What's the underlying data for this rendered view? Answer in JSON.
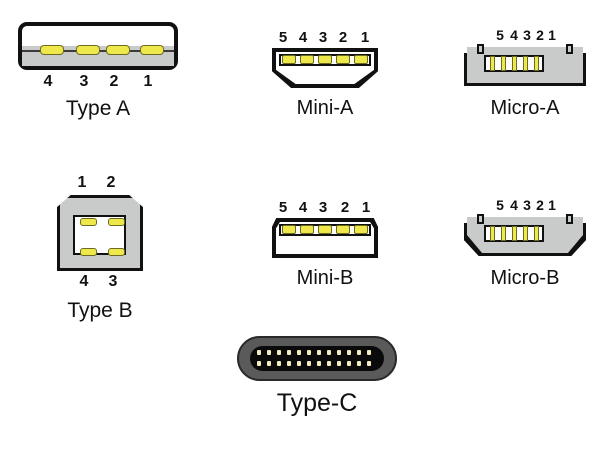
{
  "diagram": {
    "title": "USB connector types reference diagram",
    "background_color": "#ffffff",
    "colors": {
      "outline": "#111111",
      "pin_yellow": "#efe84c",
      "pin_border": "#6b6b20",
      "shell_gray": "#c9cbcb",
      "typec_body": "#5a5a5a",
      "typec_cavity": "#0a0a0a",
      "typec_pin": "#f2ecc0",
      "text": "#111111"
    }
  },
  "connectors": [
    {
      "id": "type-a",
      "label": "Type A",
      "pin_count": 4,
      "pin_numbers": [
        "4",
        "3",
        "2",
        "1"
      ],
      "pin_numbers_position": "below",
      "shape": "rounded-rectangle"
    },
    {
      "id": "mini-a",
      "label": "Mini-A",
      "pin_count": 5,
      "pin_numbers": [
        "5",
        "4",
        "3",
        "2",
        "1"
      ],
      "pin_numbers_position": "above",
      "shape": "trapezoid-tapered-bottom"
    },
    {
      "id": "micro-a",
      "label": "Micro-A",
      "pin_count": 5,
      "pin_numbers": [
        "5",
        "4",
        "3",
        "2",
        "1"
      ],
      "pin_numbers_position": "above",
      "shape": "wide-rectangle-with-tabs"
    },
    {
      "id": "type-b",
      "label": "Type B",
      "pin_count": 4,
      "pin_numbers_top": [
        "1",
        "2"
      ],
      "pin_numbers_bottom": [
        "4",
        "3"
      ],
      "shape": "square-beveled-top"
    },
    {
      "id": "mini-b",
      "label": "Mini-B",
      "pin_count": 5,
      "pin_numbers": [
        "5",
        "4",
        "3",
        "2",
        "1"
      ],
      "pin_numbers_position": "above",
      "shape": "rectangle-beveled-top"
    },
    {
      "id": "micro-b",
      "label": "Micro-B",
      "pin_count": 5,
      "pin_numbers": [
        "5",
        "4",
        "3",
        "2",
        "1"
      ],
      "pin_numbers_position": "above",
      "shape": "trapezoid-with-tabs"
    },
    {
      "id": "type-c",
      "label": "Type-C",
      "pin_count": 24,
      "pin_rows": 2,
      "pins_per_row": 12,
      "pin_numbers": [],
      "shape": "oval-pill"
    }
  ],
  "type_a": {
    "label": "Type A",
    "nums": [
      "4",
      "3",
      "2",
      "1"
    ]
  },
  "mini_a": {
    "label": "Mini-A",
    "nums": [
      "5",
      "4",
      "3",
      "2",
      "1"
    ]
  },
  "micro_a": {
    "label": "Micro-A",
    "nums": [
      "5",
      "4",
      "3",
      "2",
      "1"
    ]
  },
  "type_b": {
    "label": "Type B",
    "nums_top": [
      "1",
      "2"
    ],
    "nums_bottom": [
      "4",
      "3"
    ]
  },
  "mini_b": {
    "label": "Mini-B",
    "nums": [
      "5",
      "4",
      "3",
      "2",
      "1"
    ]
  },
  "micro_b": {
    "label": "Micro-B",
    "nums": [
      "5",
      "4",
      "3",
      "2",
      "1"
    ]
  },
  "type_c": {
    "label": "Type-C"
  }
}
